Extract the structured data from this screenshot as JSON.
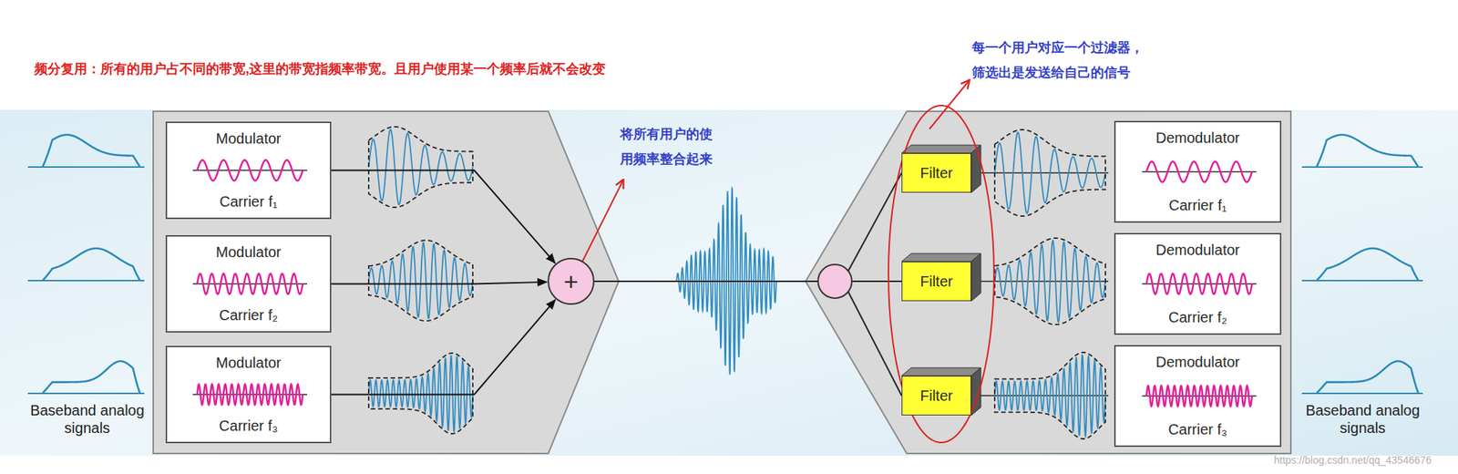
{
  "diagram": {
    "title": "频分复用：所有的用户占不同的带宽,这里的带宽指频率带宽。且用户使用某一个频率后就不会改变",
    "nodes": [
      {
        "text": [
          "Modulator",
          "Carrier f₁"
        ]
      },
      {
        "text": [
          "Modulator",
          "Carrier f₂"
        ]
      },
      {
        "text": [
          "Modulator",
          "Carrier f₃"
        ]
      },
      {
        "text": [
          "+"
        ]
      },
      {
        "text": [
          "Filter"
        ]
      },
      {
        "text": [
          "Filter"
        ]
      },
      {
        "text": [
          "Filter"
        ]
      },
      {
        "text": [
          "Demodulator",
          "Carrier f₁"
        ]
      },
      {
        "text": [
          "Demodulator",
          "Carrier f₂"
        ]
      },
      {
        "text": [
          "Demodulator",
          "Carrier f₃"
        ]
      }
    ],
    "edges": [
      {
        "from": 0,
        "to": 3,
        "arrow": "to"
      },
      {
        "from": 1,
        "to": 3,
        "arrow": "to"
      },
      {
        "from": 2,
        "to": 3,
        "arrow": "to"
      }
    ],
    "labels": [
      "将所有用户的使 用频率整合起来",
      "每一个用户对应一个过滤器， 筛选出是发送给自己的信号",
      "Baseband analog signals",
      "Baseband analog signals",
      "https://blog.csdn.net/qq_43546676"
    ]
  }
}
